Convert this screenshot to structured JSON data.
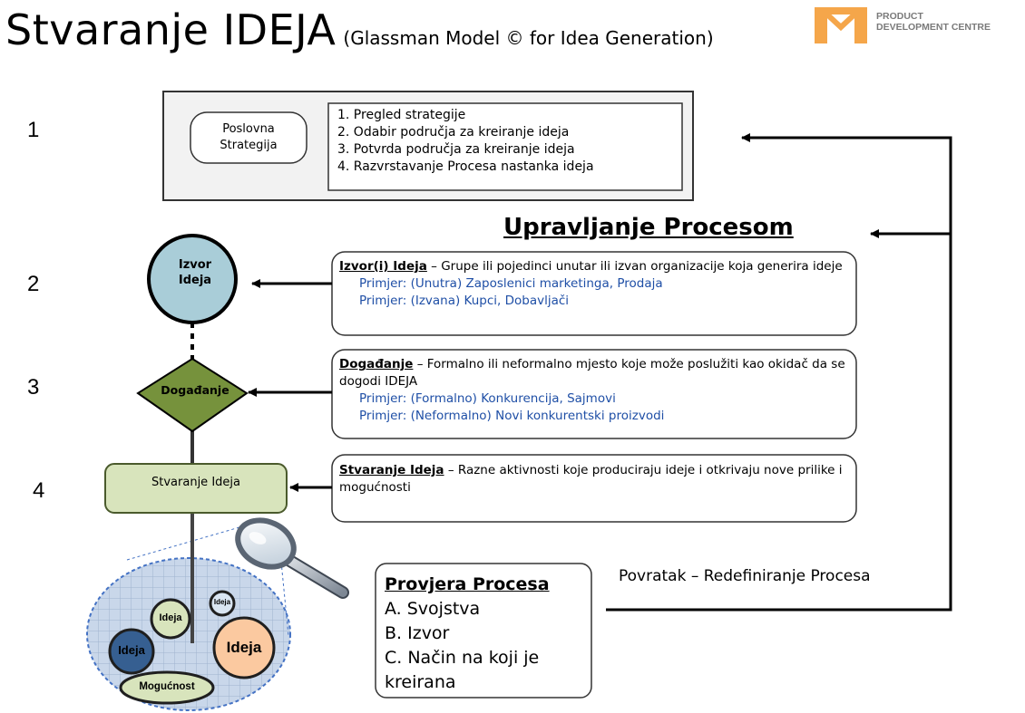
{
  "title": {
    "main": "Stvaranje IDEJA",
    "subtitle": "(Glassman Model © for Idea Generation)"
  },
  "logo": {
    "line1": "PRODUCT",
    "line2": "DEVELOPMENT CENTRE",
    "color": "#f5a64a"
  },
  "steps": [
    "1",
    "2",
    "3",
    "4"
  ],
  "strategy": {
    "label_line1": "Poslovna",
    "label_line2": "Strategija",
    "items": [
      "1.  Pregled strategije",
      "2.  Odabir područja za kreiranje ideja",
      "3.  Potvrda područja za kreiranje ideja",
      "4.   Razvrstavanje Procesa nastanka ideja"
    ]
  },
  "management_title": "Upravljanje Procesom",
  "nodes": {
    "source_line1": "Izvor",
    "source_line2": "Ideja",
    "event": "Događanje",
    "generation": "Stvaranje Ideja"
  },
  "descriptions": {
    "source": {
      "term": "Izvor(i) Ideja",
      "text": " – Grupe ili pojedinci unutar ili izvan organizacije koja generira ideje",
      "example1": "Primjer: (Unutra) Zaposlenici marketinga, Prodaja",
      "example2": "Primjer: (Izvana) Kupci, Dobavljači"
    },
    "event": {
      "term": "Događanje",
      "text": " – Formalno ili neformalno mjesto koje može poslužiti kao okidač da se dogodi IDEJA",
      "example1": "Primjer: (Formalno) Konkurencija, Sajmovi",
      "example2": "Primjer: (Neformalno) Novi konkurentski proizvodi"
    },
    "generation": {
      "term": "Stvaranje Ideja",
      "text": " – Razne aktivnosti koje produciraju ideje i otkrivaju nove prilike i mogućnosti"
    }
  },
  "process_check": {
    "title": "Provjera Procesa",
    "items": [
      "A. Svojstva",
      "B. Izvor",
      "C. Način na koji je kreirana"
    ]
  },
  "return_label": "Povratak – Redefiniranje Procesa",
  "bubbles": {
    "ideja_small": "Ideja",
    "ideja_tiny": "Ideja",
    "ideja_blue": "Ideja",
    "ideja_orange": "Ideja",
    "mogucnost": "Mogućnost"
  },
  "colors": {
    "source_fill": "#a9cdd8",
    "event_fill": "#76923c",
    "generation_fill": "#d8e4bc",
    "example_text": "#1f4fa6",
    "cluster_fill": "#c9d7ea",
    "bubble_blue": "#365f91",
    "bubble_orange": "#fbc9a0",
    "bubble_green": "#d8e4bc"
  }
}
